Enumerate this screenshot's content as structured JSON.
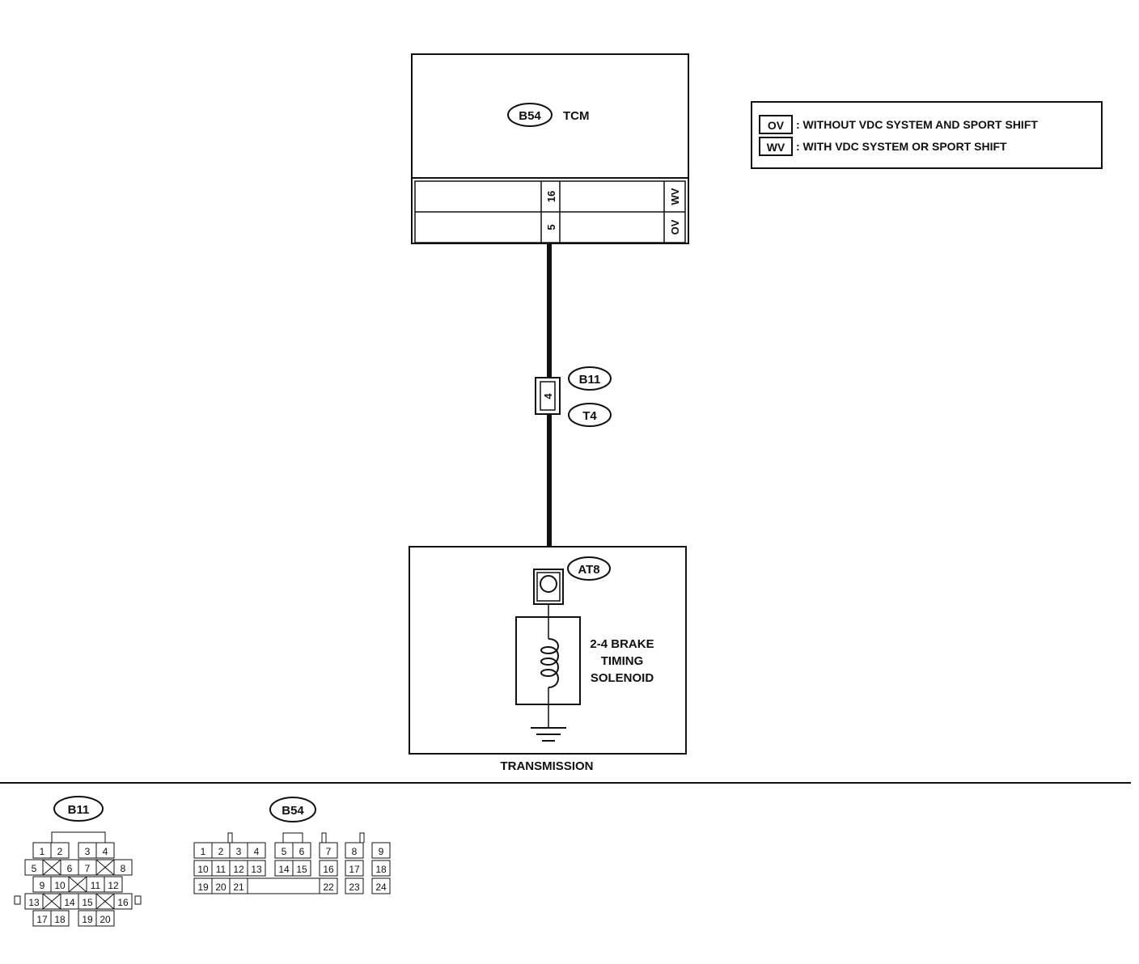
{
  "tcm": {
    "connector": "B54",
    "label": "TCM",
    "pin_wv": "16",
    "pin_ov": "5",
    "tag_wv": "WV",
    "tag_ov": "OV"
  },
  "legend": {
    "ov_tag": "OV",
    "ov_text": ": WITHOUT VDC SYSTEM AND SPORT SHIFT",
    "wv_tag": "WV",
    "wv_text": ": WITH VDC SYSTEM OR SPORT SHIFT"
  },
  "junction": {
    "pin": "4",
    "connector_top": "B11",
    "connector_bottom": "T4"
  },
  "transmission": {
    "connector": "AT8",
    "solenoid_line1": "2-4 BRAKE",
    "solenoid_line2": "TIMING",
    "solenoid_line3": "SOLENOID",
    "label": "TRANSMISSION"
  },
  "b11_connector": {
    "name": "B11",
    "rows": [
      [
        "1",
        "2",
        "",
        "3",
        "4"
      ],
      [
        "5",
        "X",
        "6",
        "7",
        "X",
        "8"
      ],
      [
        "9",
        "10",
        "X",
        "11",
        "12"
      ],
      [
        "13",
        "X",
        "14",
        "15",
        "X",
        "16"
      ],
      [
        "17",
        "18",
        "",
        "19",
        "20"
      ]
    ]
  },
  "b54_connector": {
    "name": "B54",
    "rows": [
      [
        "1",
        "2",
        "3",
        "4",
        "5",
        "6",
        "7",
        "8",
        "9"
      ],
      [
        "10",
        "11",
        "12",
        "13",
        "14",
        "15",
        "16",
        "17",
        "18"
      ],
      [
        "19",
        "20",
        "21",
        "22",
        "23",
        "24"
      ]
    ]
  }
}
